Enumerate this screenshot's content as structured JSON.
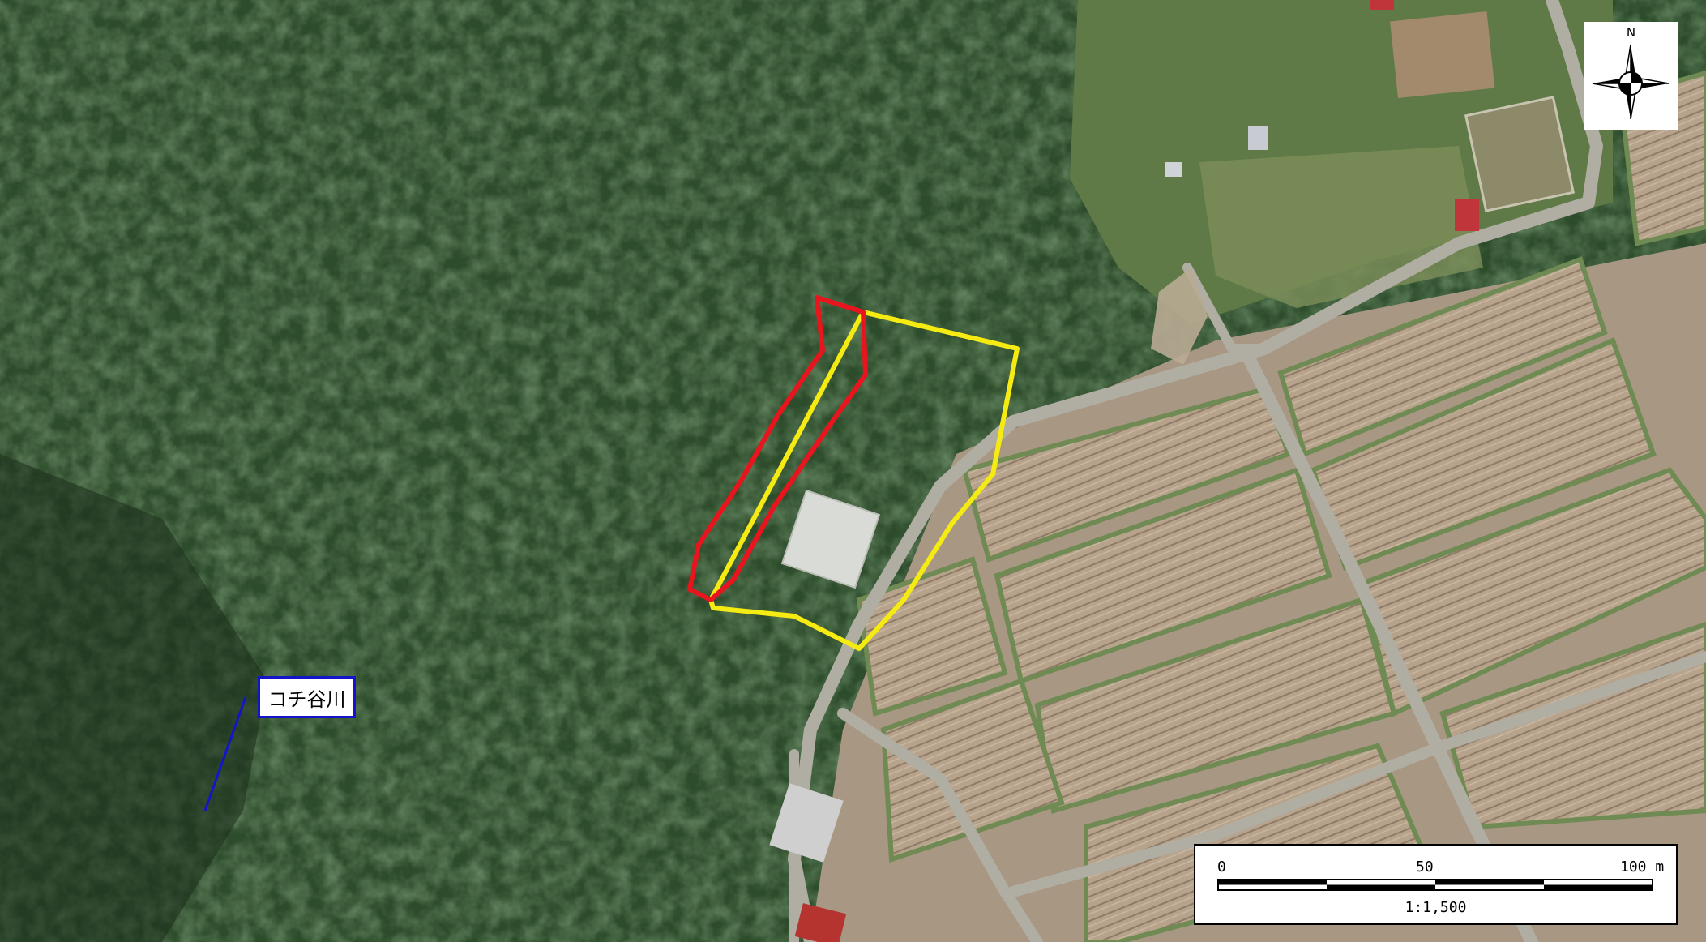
{
  "map": {
    "river": {
      "label": "コチ谷川"
    },
    "north_arrow": {
      "letter": "N"
    },
    "scale_bar": {
      "tick_labels": [
        "0",
        "50",
        "100 m"
      ],
      "ratio": "1:1,500"
    },
    "colors": {
      "forest": "#2b4a2a",
      "field": "#b39e86",
      "road": "#a8a69c",
      "red_boundary": "#e8141e",
      "yellow_boundary": "#f5ea12",
      "river_line": "#1414c8"
    }
  }
}
